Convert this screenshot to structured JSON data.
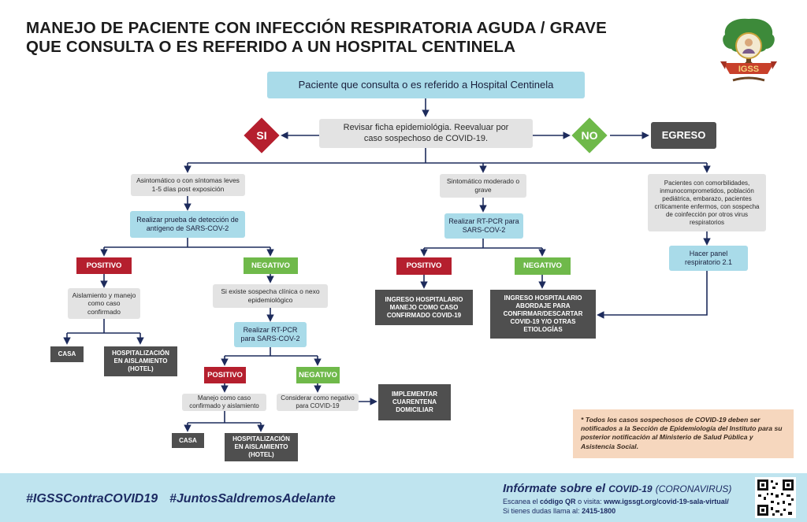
{
  "title": {
    "line1": "MANEJO DE PACIENTE CON INFECCIÓN RESPIRATORIA AGUDA / GRAVE",
    "line2": "QUE CONSULTA O ES REFERIDO A UN HOSPITAL CENTINELA"
  },
  "logo": {
    "text": "IGSS",
    "icon": "igss-logo-icon"
  },
  "nodes": {
    "start": "Paciente que consulta o es referido a Hospital Centinela",
    "review": "Revisar ficha epidemiológia. Reevaluar por caso sospechoso de COVID-19.",
    "si": "SI",
    "no": "NO",
    "egreso": "EGRESO",
    "asint": "Asintomático o con síntomas leves 1-5 días post exposición",
    "antigen": "Realizar prueba de detección de antígeno de SARS-COV-2",
    "pos1": "POSITIVO",
    "neg1": "NEGATIVO",
    "aisl": "Aislamiento y manejo como caso confirmado",
    "casa1": "CASA",
    "hosp1": "HOSPITALIZACIÓN EN AISLAMIENTO (HOTEL)",
    "sospecha": "Si existe sospecha clínica o nexo epidemiológico",
    "rtpcr1": "Realizar RT-PCR para SARS-COV-2",
    "pos2": "POSITIVO",
    "neg2": "NEGATIVO",
    "manejo2": "Manejo como caso confirmado y aislamiento",
    "considerar": "Considerar como negativo para COVID-19",
    "cuarentena": "IMPLEMENTAR CUARENTENA DOMICILIAR",
    "casa2": "CASA",
    "hosp2": "HOSPITALIZACIÓN EN AISLAMIENTO (HOTEL)",
    "sint": "Sintomático moderado o grave",
    "rtpcr2": "Realizar RT-PCR para SARS-COV-2",
    "pos3": "POSITIVO",
    "neg3": "NEGATIVO",
    "ingreso1": "INGRESO HOSPITALARIO MANEJO COMO CASO CONFIRMADO COVID-19",
    "ingreso2": "INGRESO HOSPITALARIO ABORDAJE PARA CONFIRMAR/DESCARTAR COVID-19 Y/O OTRAS ETIOLOGÍAS",
    "comorb": "Pacientes con comorbilidades, inmunocomprometidos, población pediátrica, embarazo, pacientes críticamente enfermos, con sospecha de coinfección por otros virus respiratorios",
    "panel": "Hacer panel respiratorio 2.1"
  },
  "note": "* Todos los casos sospechosos de COVID-19 deben ser notificados a la Sección de Epidemiología del Instituto para su posterior notificación al Ministerio de Salud Pública y Asistencia Social.",
  "footer": {
    "tag1": "#IGSSContraCOVID19",
    "tag2": "#JuntosSaldremosAdelante",
    "info_a": "Infórmate sobre el",
    "info_b": "COVID-19",
    "info_c": "(CORONAVIRUS)",
    "scan_a": "Escanea el",
    "scan_b": "código QR",
    "scan_c": "o visita:",
    "scan_url": "www.igssgt.org/covid-19-sala-virtual/",
    "call_a": "Si tienes dudas llama al:",
    "call_b": "2415-1800",
    "qr_icon": "qr-code-icon"
  },
  "colors": {
    "red": "#b51f2e",
    "green": "#6fb94a",
    "blue": "#a9dbe9",
    "dark": "#4f4f4f",
    "navy": "#1d2b63",
    "footer": "#bfe4ef",
    "note": "#f6d7be"
  }
}
